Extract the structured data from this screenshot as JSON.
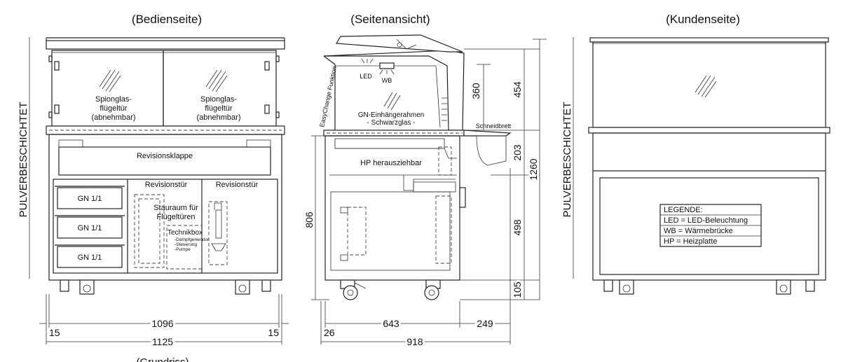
{
  "views": {
    "operator_side": "(Bedienseite)",
    "side_view": "(Seitenansicht)",
    "customer_side": "(Kundenseite)",
    "bottom_cut": "(Grundriss)"
  },
  "side_labels": {
    "left": "PULVERBESCHICHTET",
    "right": "PULVERBESCHICHTET"
  },
  "operator": {
    "door_left": [
      "Spionglas-",
      "flügeltür",
      "(abnehmbar)"
    ],
    "door_right": [
      "Spionglas-",
      "flügeltür",
      "(abnehmbar)"
    ],
    "revision_flap": "Revisionsklappe",
    "revision_door_1": "Revisionstür",
    "revision_door_2": "Revisionstür",
    "gn_trays": [
      "GN 1/1",
      "GN 1/1",
      "GN 1/1"
    ],
    "storage": [
      "Stauraum für",
      "Flügeltüren"
    ],
    "technikbox": "Technikbox",
    "technikbox_items": [
      "-Dampfgenerator",
      "-Steuerung",
      "-Pumpe"
    ],
    "dim_inner_width": "1096",
    "dim_left_margin": "15",
    "dim_right_margin": "15",
    "dim_total_width": "1125"
  },
  "side": {
    "led": "LED",
    "wb": "WB",
    "easychange": "EasyChange Funktion",
    "gn_frame": [
      "GN-Einhängerahmen",
      "- Schwarzglas -"
    ],
    "cutting_board": "Schneidbrett",
    "hp_label": "HP herausziehbar",
    "dim_height_body": "806",
    "dim_top": "454",
    "dim_glass": "360",
    "dim_mid": "203",
    "dim_lower": "498",
    "dim_feet": "105",
    "dim_total_height": "1260",
    "dim_offset": "26",
    "dim_depth_body": "643",
    "dim_board": "249",
    "dim_total_depth": "918"
  },
  "legend": {
    "title": "LEGENDE:",
    "rows": [
      "LED = LED-Beleuchtung",
      "WB = Wärmebrücke",
      "HP = Heizplatte"
    ]
  }
}
